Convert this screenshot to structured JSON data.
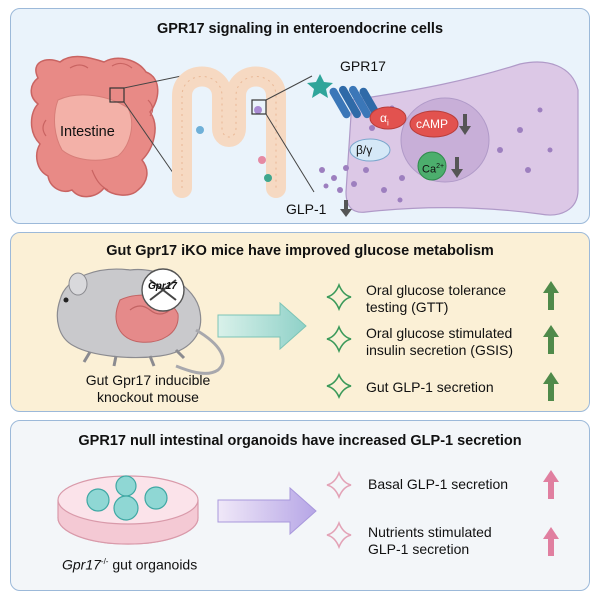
{
  "panel1": {
    "title": "GPR17 signaling in enteroendocrine cells",
    "intestine_label": "Intestine",
    "receptor_label": "GPR17",
    "alpha_label": "α",
    "alpha_sub": "i",
    "camp_label": "cAMP",
    "betagamma_label": "β/γ",
    "ca_label": "Ca",
    "ca_sup": "2+",
    "glp1_label": "GLP-1"
  },
  "panel2": {
    "title": "Gut Gpr17 iKO mice have improved glucose metabolism",
    "gene_label": "Gpr17",
    "mouse_caption_line1": "Gut Gpr17 inducible",
    "mouse_caption_line2": "knockout mouse",
    "results": [
      {
        "line1": "Oral glucose tolerance",
        "line2": "testing (GTT)"
      },
      {
        "line1": "Oral glucose stimulated",
        "line2": "insulin secretion (GSIS)"
      },
      {
        "line1": "Gut GLP-1 secretion",
        "line2": ""
      }
    ]
  },
  "panel3": {
    "title": "GPR17 null intestinal organoids have increased GLP-1 secretion",
    "organoid_gene": "Gpr17",
    "organoid_sup": "-/-",
    "organoid_caption": " gut organoids",
    "results": [
      {
        "line1": "Basal GLP-1 secretion",
        "line2": ""
      },
      {
        "line1": "Nutrients stimulated",
        "line2": "GLP-1 secretion"
      }
    ]
  },
  "colors": {
    "panel1_bg": "#eaf3fb",
    "panel2_bg": "#fbf0d6",
    "panel3_bg": "#f3f6f9",
    "green_arrow": "#4f8a4a",
    "pink_arrow": "#e07fa0",
    "cell_purple": "#dcc8e6",
    "intestine_red": "#e87f7f"
  }
}
